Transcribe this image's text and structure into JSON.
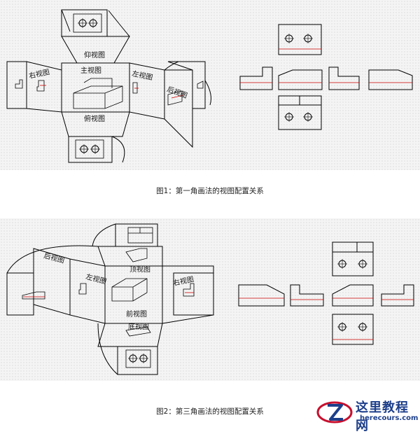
{
  "figure1": {
    "caption": "图1：第一角画法的视图配置关系",
    "labels": {
      "up": "仰视图",
      "main": "主视图",
      "right": "右视图",
      "left": "左视图",
      "back": "后视图",
      "down": "俯视图"
    }
  },
  "figure2": {
    "caption": "图2：第三角画法的视图配置关系",
    "labels": {
      "top": "顶视图",
      "back": "后视图",
      "left": "左视图",
      "front": "前视图",
      "right": "右视图",
      "bottom": "底视图"
    }
  },
  "watermark": {
    "site_name": "这里教程网",
    "url": "herecours.com",
    "logo_letter": "Z"
  },
  "colors": {
    "line": "#000000",
    "hidden_line": "#cc0000"
  }
}
